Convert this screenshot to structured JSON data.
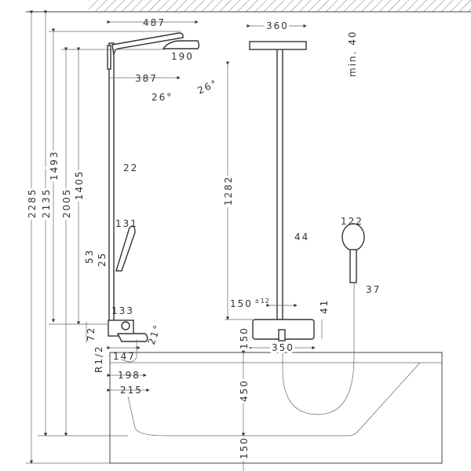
{
  "left_view": {
    "arm_width": "487",
    "head_diameter": "190",
    "head_offset": "387",
    "angle_left": "26°",
    "angle_right": "26°",
    "pipe_diameter": "22",
    "hand_shower_width": "131",
    "holder_53": "53",
    "holder_25": "25",
    "mixer_width": "133",
    "mixer_height": "72",
    "connection": "R1/2",
    "spout_147": "147",
    "spout_angle": "21°",
    "spout_198": "198",
    "spout_215": "215",
    "height_2285": "2285",
    "height_2135": "2135",
    "height_1493": "1493",
    "height_2005": "2005",
    "height_1405": "1405"
  },
  "right_view": {
    "head_width": "360",
    "ceiling_clearance": "min. 40",
    "pipe_length": "1282",
    "pipe_diameter": "44",
    "hand_shower_width": "122",
    "handle_width": "37",
    "connection_spacing": "150",
    "connection_tolerance": "±12",
    "thermostat_depth": "41",
    "thermostat_height": "150",
    "thermostat_width": "350",
    "tub_height": "450",
    "floor_gap": "150"
  }
}
